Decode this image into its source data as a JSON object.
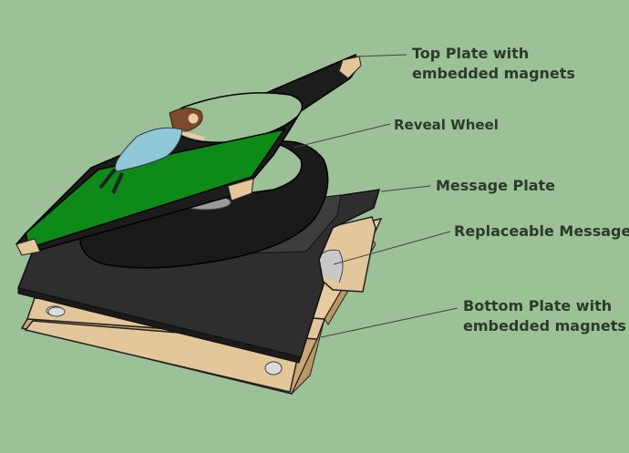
{
  "labels": {
    "top_plate": {
      "line1": "Top Plate with",
      "line2": "embedded magnets"
    },
    "reveal_wheel": "Reveal Wheel",
    "message_plate": "Message Plate",
    "replaceable_message": "Replaceable Message",
    "bottom_plate": {
      "line1": "Bottom Plate with",
      "line2": "embedded magnets"
    }
  },
  "colors": {
    "background": "#9dc196",
    "top_plate": "#1c1c1c",
    "green_panel": "#0e8a18",
    "wheel": "#1a1a1a",
    "message_plate": "#333333",
    "wood": "#e3c79a",
    "label_text": "#2b3a2b",
    "leader_line": "#3a4a3a"
  }
}
